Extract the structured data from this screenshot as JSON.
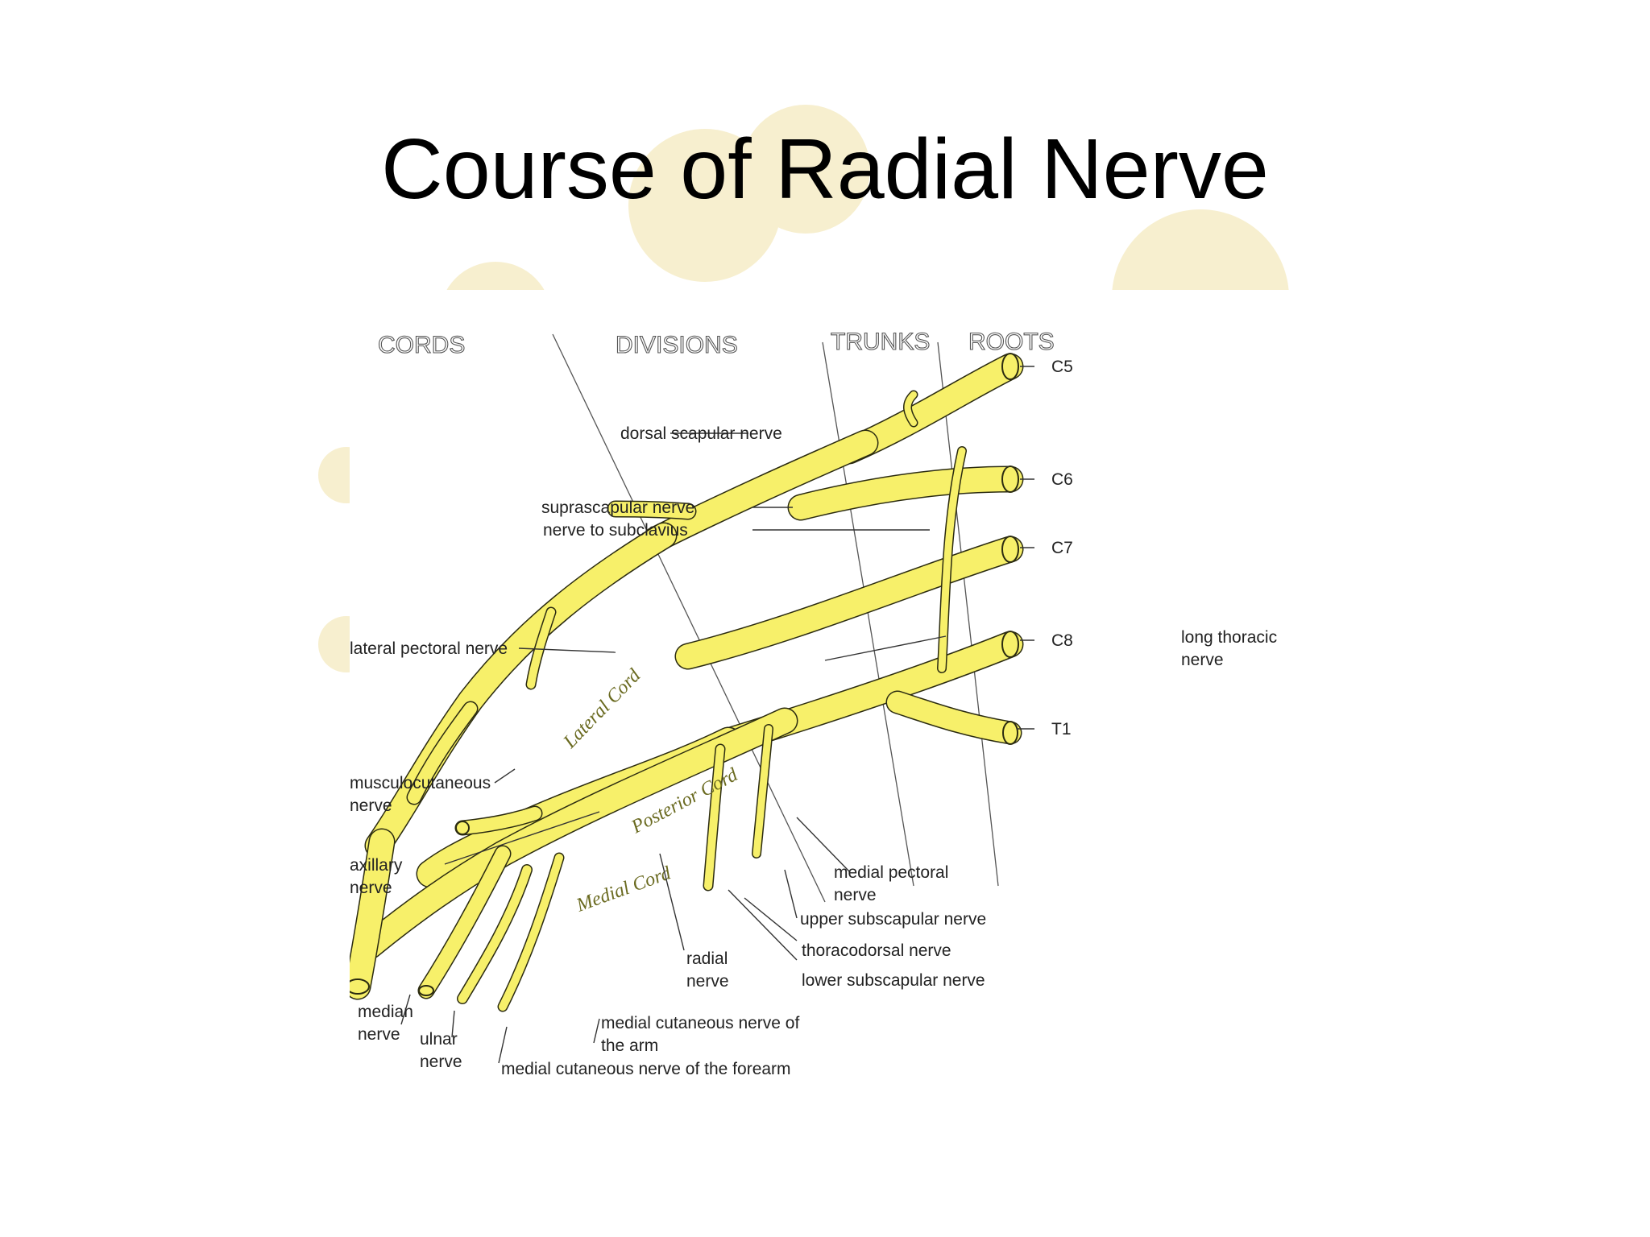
{
  "slide": {
    "title": "Course of Radial Nerve",
    "colors": {
      "nerve": "#f7f06a",
      "nerve_outline": "#2b2b10",
      "decor_circles": "#f6efcf"
    }
  },
  "diagram": {
    "headers": [
      "CORDS",
      "DIVISIONS",
      "TRUNKS",
      "ROOTS"
    ],
    "roots": [
      "C5",
      "C6",
      "C7",
      "C8",
      "T1"
    ],
    "cord_labels": [
      "Lateral Cord",
      "Posterior Cord",
      "Medial Cord"
    ],
    "labels": {
      "dorsal_scapular": "dorsal scapular nerve",
      "suprascapular": "suprascapular nerve",
      "subclavius": "nerve to subclavius",
      "lateral_pectoral": "lateral pectoral nerve",
      "long_thoracic_1": "long thoracic",
      "long_thoracic_2": "nerve",
      "musculocutaneous_1": "musculocutaneous",
      "musculocutaneous_2": "nerve",
      "axillary_1": "axillary",
      "axillary_2": "nerve",
      "medial_pectoral_1": "medial pectoral",
      "medial_pectoral_2": "nerve",
      "upper_subscapular": "upper subscapular nerve",
      "thoracodorsal": "thoracodorsal nerve",
      "lower_subscapular": "lower subscapular nerve",
      "radial_1": "radial",
      "radial_2": "nerve",
      "median_1": "median",
      "median_2": "nerve",
      "ulnar_1": "ulnar",
      "ulnar_2": "nerve",
      "med_cut_arm_1": "medial cutaneous nerve of",
      "med_cut_arm_2": "the arm",
      "med_cut_forearm": "medial cutaneous nerve of the forearm"
    }
  }
}
